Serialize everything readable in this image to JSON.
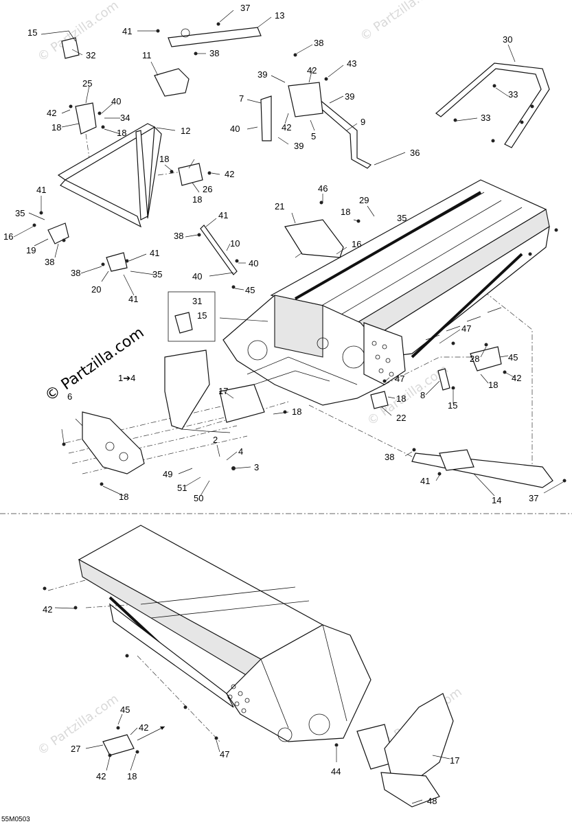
{
  "diagram": {
    "drawing_code": "55M0503",
    "watermark": "© Partzilla.com",
    "callouts_upper": [
      "37",
      "13",
      "41",
      "15",
      "38",
      "32",
      "11",
      "38",
      "30",
      "42",
      "43",
      "25",
      "39",
      "40",
      "7",
      "39",
      "33",
      "42",
      "34",
      "40",
      "18",
      "18",
      "42",
      "5",
      "39",
      "33",
      "12",
      "9",
      "36",
      "18",
      "42",
      "46",
      "29",
      "26",
      "41",
      "18",
      "21",
      "18",
      "35",
      "35",
      "41",
      "16",
      "38",
      "19",
      "16",
      "10",
      "38",
      "41",
      "40",
      "38",
      "20",
      "40",
      "45",
      "35",
      "41",
      "31",
      "15",
      "47",
      "28",
      "45",
      "1➔4",
      "6",
      "17",
      "47",
      "42",
      "18",
      "8",
      "22",
      "15",
      "18",
      "18",
      "2",
      "4",
      "49",
      "3",
      "38",
      "51",
      "50",
      "41",
      "14",
      "18",
      "37"
    ],
    "callouts_lower": [
      "42",
      "45",
      "42",
      "27",
      "47",
      "44",
      "17",
      "42",
      "18",
      "48"
    ]
  }
}
